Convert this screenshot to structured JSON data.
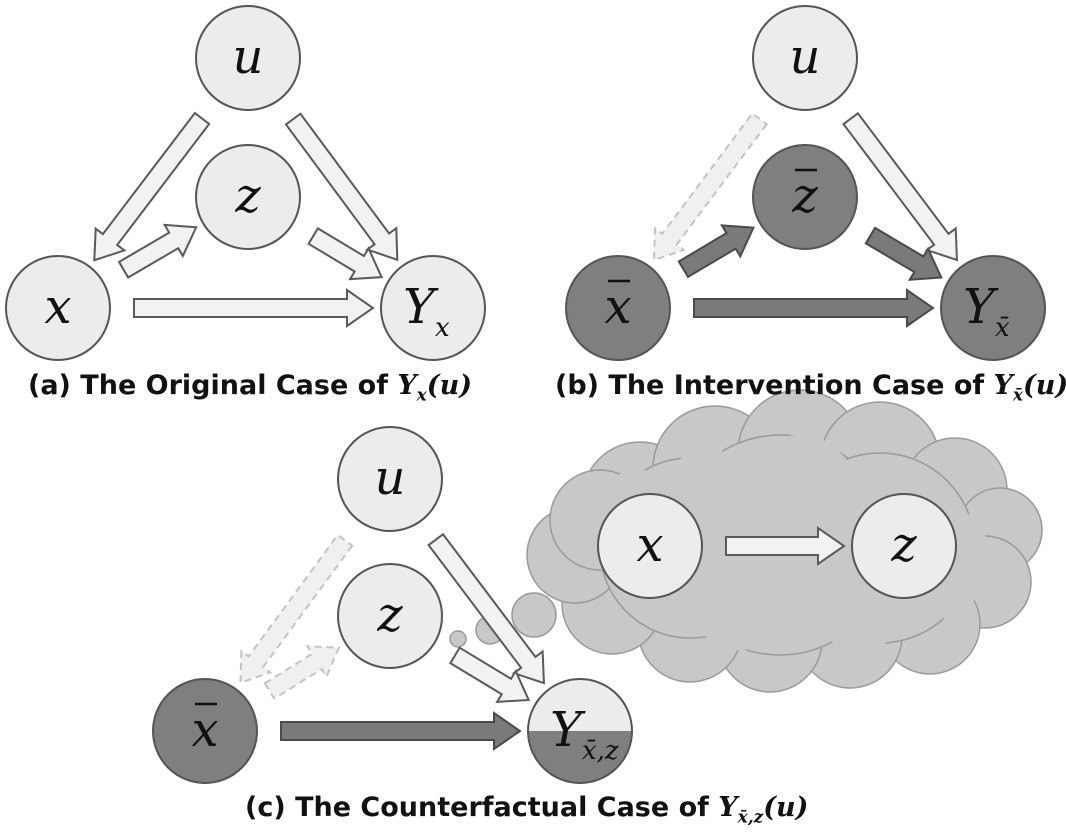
{
  "panels": [
    {
      "id": "a",
      "caption": "(a) The Original Case of",
      "caption_math": {
        "symbol": "Y",
        "sub": "x",
        "arg": "(u)"
      },
      "nodes": {
        "u": {
          "symbol": "u",
          "sub": "",
          "bar": false,
          "fill": "#ececec"
        },
        "z": {
          "symbol": "z",
          "sub": "",
          "bar": false,
          "fill": "#ececec"
        },
        "x": {
          "symbol": "x",
          "sub": "",
          "bar": false,
          "fill": "#ececec"
        },
        "y": {
          "symbol": "Y",
          "sub": "x",
          "bar": false,
          "fill": "#ececec"
        }
      },
      "edges": [
        {
          "from": "u",
          "to": "x",
          "style": "light"
        },
        {
          "from": "u",
          "to": "y",
          "style": "light"
        },
        {
          "from": "x",
          "to": "z",
          "style": "light"
        },
        {
          "from": "z",
          "to": "y",
          "style": "light"
        },
        {
          "from": "x",
          "to": "y",
          "style": "light"
        }
      ]
    },
    {
      "id": "b",
      "caption": "(b) The Intervention Case of",
      "caption_math": {
        "symbol": "Y",
        "sub": "x̄",
        "arg": "(u)"
      },
      "nodes": {
        "u": {
          "symbol": "u",
          "sub": "",
          "bar": false,
          "fill": "#ececec"
        },
        "z": {
          "symbol": "z",
          "sub": "",
          "bar": true,
          "fill": "#7f7f7f"
        },
        "x": {
          "symbol": "x",
          "sub": "",
          "bar": true,
          "fill": "#7f7f7f"
        },
        "y": {
          "symbol": "Y",
          "sub": "x̄",
          "bar": false,
          "fill": "#7f7f7f"
        }
      },
      "edges": [
        {
          "from": "u",
          "to": "x",
          "style": "dashed"
        },
        {
          "from": "u",
          "to": "y",
          "style": "light"
        },
        {
          "from": "x",
          "to": "z",
          "style": "dark"
        },
        {
          "from": "z",
          "to": "y",
          "style": "dark"
        },
        {
          "from": "x",
          "to": "y",
          "style": "dark"
        }
      ]
    },
    {
      "id": "c",
      "caption": "(c) The Counterfactual Case of",
      "caption_math": {
        "symbol": "Y",
        "sub": "x̄,z",
        "arg": "(u)"
      },
      "nodes": {
        "u": {
          "symbol": "u",
          "sub": "",
          "bar": false,
          "fill": "#ececec"
        },
        "z": {
          "symbol": "z",
          "sub": "",
          "bar": false,
          "fill": "#ececec"
        },
        "x": {
          "symbol": "x",
          "sub": "",
          "bar": true,
          "fill": "#7f7f7f"
        },
        "y": {
          "symbol": "Y",
          "sub": "x̄,z",
          "bar": false,
          "fill": "#ececec",
          "fill_bottom": "#7f7f7f"
        }
      },
      "edges": [
        {
          "from": "u",
          "to": "x",
          "style": "dashed"
        },
        {
          "from": "u",
          "to": "y",
          "style": "light"
        },
        {
          "from": "x",
          "to": "z",
          "style": "dashed"
        },
        {
          "from": "z",
          "to": "y",
          "style": "light"
        },
        {
          "from": "x",
          "to": "y",
          "style": "dark"
        }
      ],
      "thought_cloud": {
        "fill": "#c8c8c8",
        "nodes": {
          "x": {
            "symbol": "x",
            "sub": "",
            "bar": false,
            "fill": "#ececec"
          },
          "z": {
            "symbol": "z",
            "sub": "",
            "bar": false,
            "fill": "#ececec"
          }
        },
        "edge": {
          "from": "x",
          "to": "z",
          "style": "light"
        }
      }
    }
  ],
  "colors": {
    "light_fill": "#ececec",
    "dark_fill": "#7f7f7f",
    "outline": "#555555",
    "cloud": "#c8c8c8"
  }
}
